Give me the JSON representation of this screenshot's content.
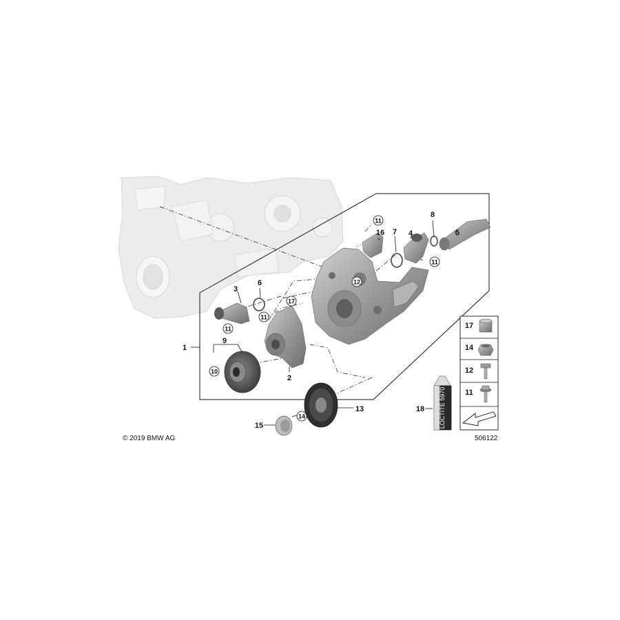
{
  "diagram": {
    "callouts": [
      {
        "id": "c1",
        "text": "1"
      },
      {
        "id": "c2",
        "text": "2"
      },
      {
        "id": "c3",
        "text": "3"
      },
      {
        "id": "c4",
        "text": "4"
      },
      {
        "id": "c5",
        "text": "5"
      },
      {
        "id": "c6",
        "text": "6"
      },
      {
        "id": "c7",
        "text": "7"
      },
      {
        "id": "c8",
        "text": "8"
      },
      {
        "id": "c9",
        "text": "9"
      },
      {
        "id": "c13",
        "text": "13"
      },
      {
        "id": "c15",
        "text": "15"
      },
      {
        "id": "c16",
        "text": "16"
      },
      {
        "id": "c18",
        "text": "18"
      }
    ],
    "circled_callouts": [
      {
        "id": "r11a",
        "text": "11"
      },
      {
        "id": "r11b",
        "text": "11"
      },
      {
        "id": "r11c",
        "text": "11"
      },
      {
        "id": "r11d",
        "text": "11"
      },
      {
        "id": "r10",
        "text": "10"
      },
      {
        "id": "r12",
        "text": "12"
      },
      {
        "id": "r14",
        "text": "14"
      },
      {
        "id": "r17",
        "text": "17"
      }
    ],
    "legend": [
      {
        "text": "17",
        "icon": "sleeve-icon"
      },
      {
        "text": "14",
        "icon": "hex-nut-icon"
      },
      {
        "text": "12",
        "icon": "hex-bolt-icon"
      },
      {
        "text": "11",
        "icon": "flange-bolt-icon"
      }
    ],
    "sealant_label": "LOCTITE 5970",
    "copyright": "© 2019 BMW AG",
    "diagram_number": "506122",
    "colors": {
      "engine": "#e9e9e9",
      "parts": "#9a9a9a",
      "dark_parts": "#4a4a4a",
      "line": "#111111"
    }
  }
}
